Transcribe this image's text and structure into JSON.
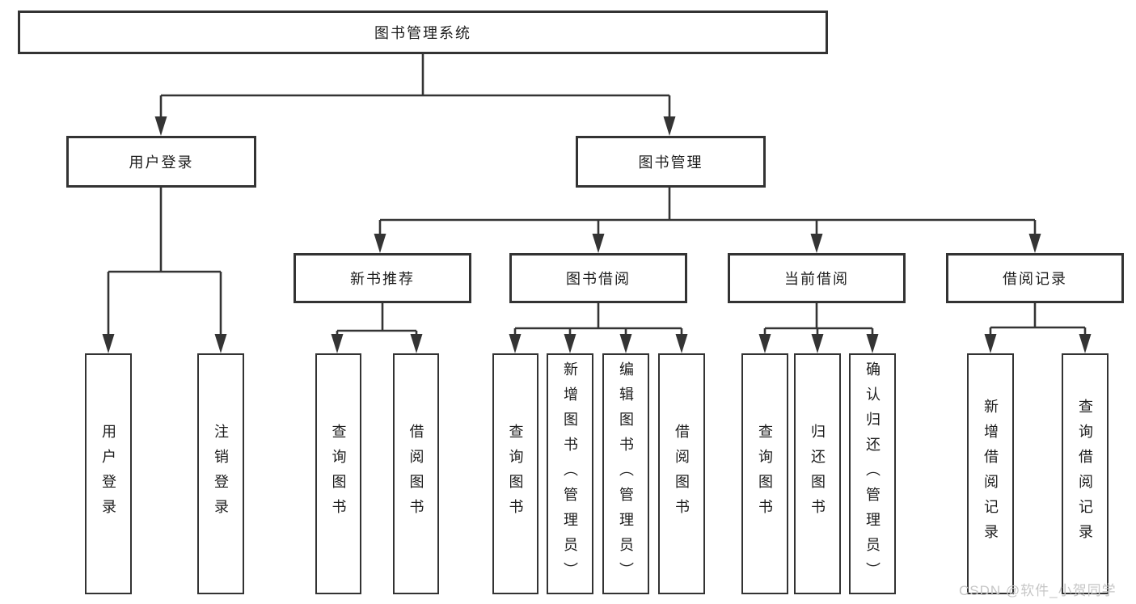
{
  "colors": {
    "line": "#343434",
    "box_border": "#333333",
    "text": "#1d1d1d",
    "watermark": "#c6c6c6",
    "background": "#ffffff"
  },
  "watermark": {
    "text": "CSDN @软件_小贺同学"
  },
  "diagram": {
    "type": "tree",
    "root": {
      "label": "图书管理系统",
      "children": [
        {
          "label": "用户登录",
          "children": [
            {
              "label": "用户登录"
            },
            {
              "label": "注销登录"
            }
          ]
        },
        {
          "label": "图书管理",
          "children": [
            {
              "label": "新书推荐",
              "children": [
                {
                  "label": "查询图书"
                },
                {
                  "label": "借阅图书"
                }
              ]
            },
            {
              "label": "图书借阅",
              "children": [
                {
                  "label": "查询图书"
                },
                {
                  "label": "新增图书（管理员）"
                },
                {
                  "label": "编辑图书（管理员）"
                },
                {
                  "label": "借阅图书"
                }
              ]
            },
            {
              "label": "当前借阅",
              "children": [
                {
                  "label": "查询图书"
                },
                {
                  "label": "归还图书"
                },
                {
                  "label": "确认归还（管理员）"
                }
              ]
            },
            {
              "label": "借阅记录",
              "children": [
                {
                  "label": "新增借阅记录"
                },
                {
                  "label": "查询借阅记录"
                }
              ]
            }
          ]
        }
      ]
    }
  }
}
